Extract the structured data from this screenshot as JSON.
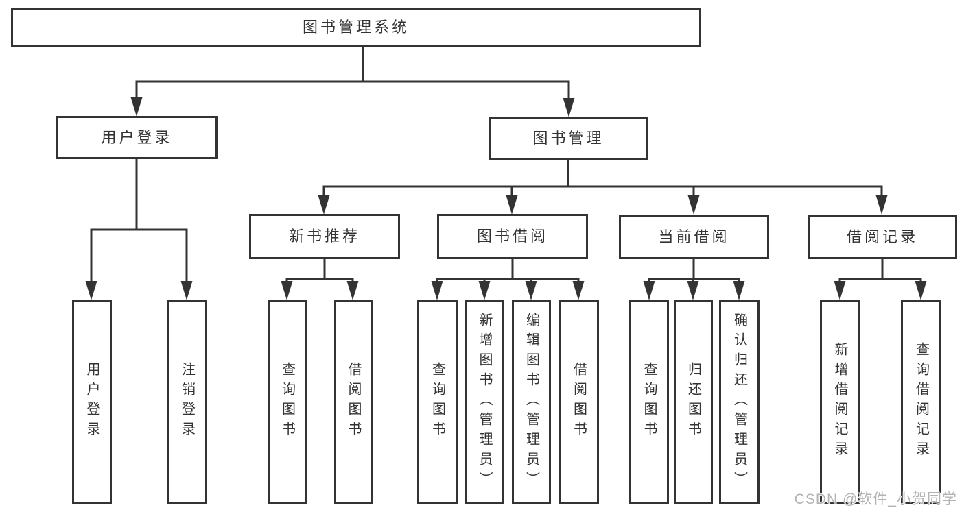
{
  "root": {
    "label": "图书管理系统"
  },
  "level2": [
    {
      "label": "用户登录"
    },
    {
      "label": "图书管理"
    }
  ],
  "level3": [
    {
      "label": "新书推荐"
    },
    {
      "label": "图书借阅"
    },
    {
      "label": "当前借阅"
    },
    {
      "label": "借阅记录"
    }
  ],
  "level4": [
    {
      "label": "用户登录"
    },
    {
      "label": "注销登录"
    },
    {
      "label": "查询图书"
    },
    {
      "label": "借阅图书"
    },
    {
      "label": "查询图书"
    },
    {
      "label": "新增图书（管理员）"
    },
    {
      "label": "编辑图书（管理员）"
    },
    {
      "label": "借阅图书"
    },
    {
      "label": "查询图书"
    },
    {
      "label": "归还图书"
    },
    {
      "label": "确认归还（管理员）"
    },
    {
      "label": "新增借阅记录"
    },
    {
      "label": "查询借阅记录"
    }
  ],
  "watermark": {
    "text": "CSDN @软件_小贺同学"
  },
  "colors": {
    "line": "#333333",
    "box_border": "#333333",
    "text": "#333333",
    "watermark": "#b3b3b3",
    "background": "#ffffff"
  }
}
